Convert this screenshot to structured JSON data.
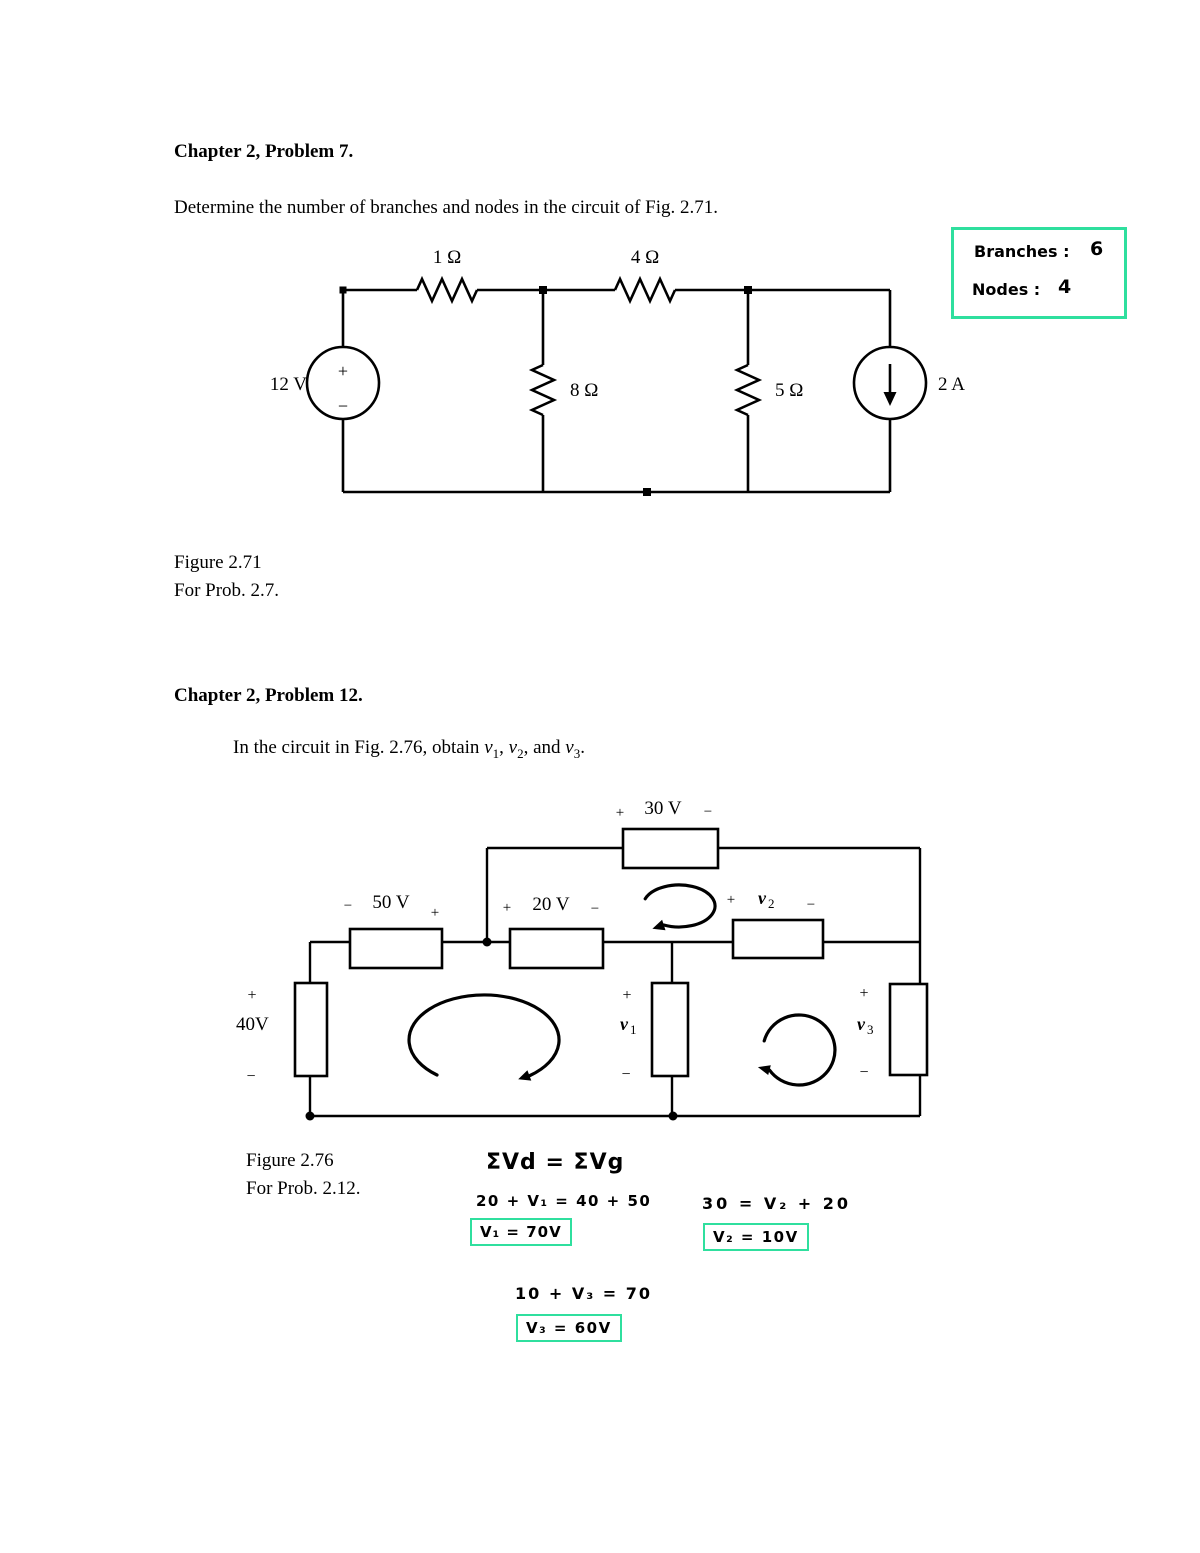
{
  "page": {
    "bg": "#ffffff",
    "ink": "#000000",
    "accent_green": "#2fdf9e"
  },
  "problem7": {
    "title": "Chapter 2, Problem 7.",
    "prompt": "Determine the number of branches and nodes in the circuit of Fig. 2.71.",
    "caption1": "Figure 2.71",
    "caption2": "For Prob. 2.7.",
    "answer_box": {
      "branches_label": "Branches :",
      "branches_value": "6",
      "nodes_label": "Nodes :",
      "nodes_value": "4"
    },
    "circuit": {
      "source_label": "12 V",
      "r_top_left": "1 Ω",
      "r_top_right": "4 Ω",
      "r_mid": "8 Ω",
      "r_right": "5 Ω",
      "current_label": "2 A",
      "plus": "+",
      "minus": "−"
    }
  },
  "problem12": {
    "title": "Chapter 2, Problem 12.",
    "prompt_segments": [
      {
        "t": "In the circuit in Fig. 2.76, obtain "
      },
      {
        "t": "v"
      },
      {
        "t": "1"
      },
      {
        "t": ", "
      },
      {
        "t": "v"
      },
      {
        "t": "2"
      },
      {
        "t": ", and "
      },
      {
        "t": "v"
      },
      {
        "t": "3"
      },
      {
        "t": "."
      }
    ],
    "caption1": "Figure 2.76",
    "caption2": "For Prob. 2.12.",
    "circuit": {
      "e_top": "30 V",
      "e_left": "50 V",
      "e_mid": "20 V",
      "v2_letter": "v",
      "v2_sub": "2",
      "source_left": "40V",
      "v1_letter": "v",
      "v1_sub": "1",
      "v3_letter": "v",
      "v3_sub": "3",
      "plus": "+",
      "minus": "−"
    },
    "work": {
      "kvl": "ΣVd = ΣVg",
      "eq1": "20 + V₁ = 40 + 50",
      "ans1": "V₁ = 70V",
      "eq2": "30 = V₂ + 20",
      "ans2": "V₂ = 10V",
      "eq3": "10 + V₃ = 70",
      "ans3": "V₃ = 60V"
    }
  }
}
